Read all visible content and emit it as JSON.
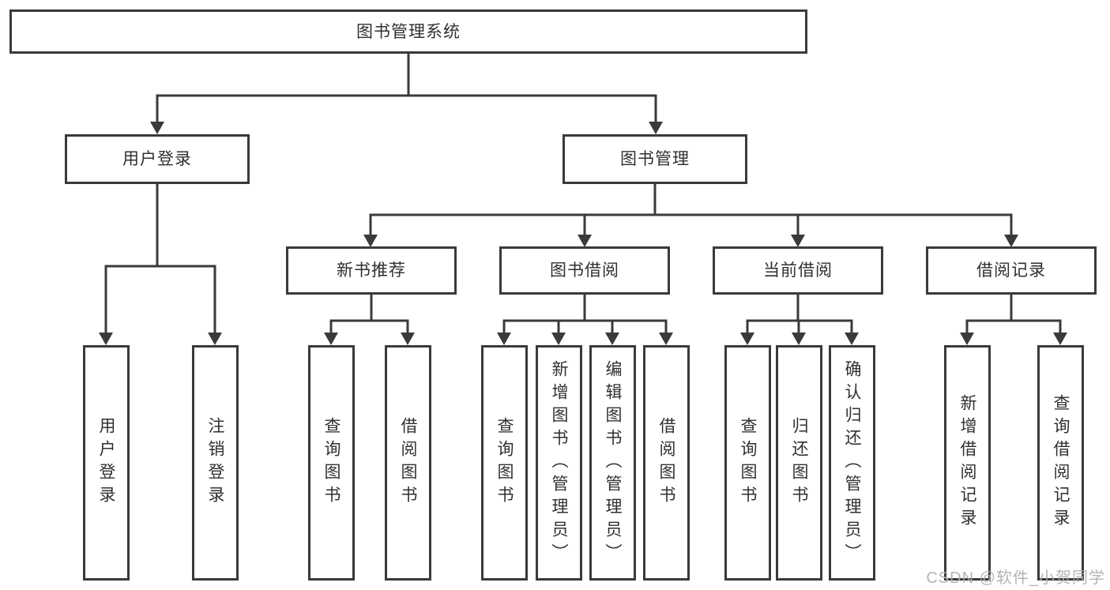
{
  "diagram": {
    "root": {
      "label": "图书管理系统"
    },
    "branches": [
      {
        "label": "用户登录",
        "children": [
          {
            "label": "用户登录"
          },
          {
            "label": "注销登录"
          }
        ]
      },
      {
        "label": "图书管理",
        "groups": [
          {
            "label": "新书推荐",
            "children": [
              {
                "label": "查询图书"
              },
              {
                "label": "借阅图书"
              }
            ]
          },
          {
            "label": "图书借阅",
            "children": [
              {
                "label": "查询图书"
              },
              {
                "label": "新增图书（管理员）"
              },
              {
                "label": "编辑图书（管理员）"
              },
              {
                "label": "借阅图书"
              }
            ]
          },
          {
            "label": "当前借阅",
            "children": [
              {
                "label": "查询图书"
              },
              {
                "label": "归还图书"
              },
              {
                "label": "确认归还（管理员）"
              }
            ]
          },
          {
            "label": "借阅记录",
            "children": [
              {
                "label": "新增借阅记录"
              },
              {
                "label": "查询借阅记录"
              }
            ]
          }
        ]
      }
    ]
  },
  "colors": {
    "line": "#3a3a3a",
    "text": "#303030",
    "watermark": "#b2acac"
  },
  "watermark": {
    "text": "CSDN @软件_小贺同学"
  }
}
